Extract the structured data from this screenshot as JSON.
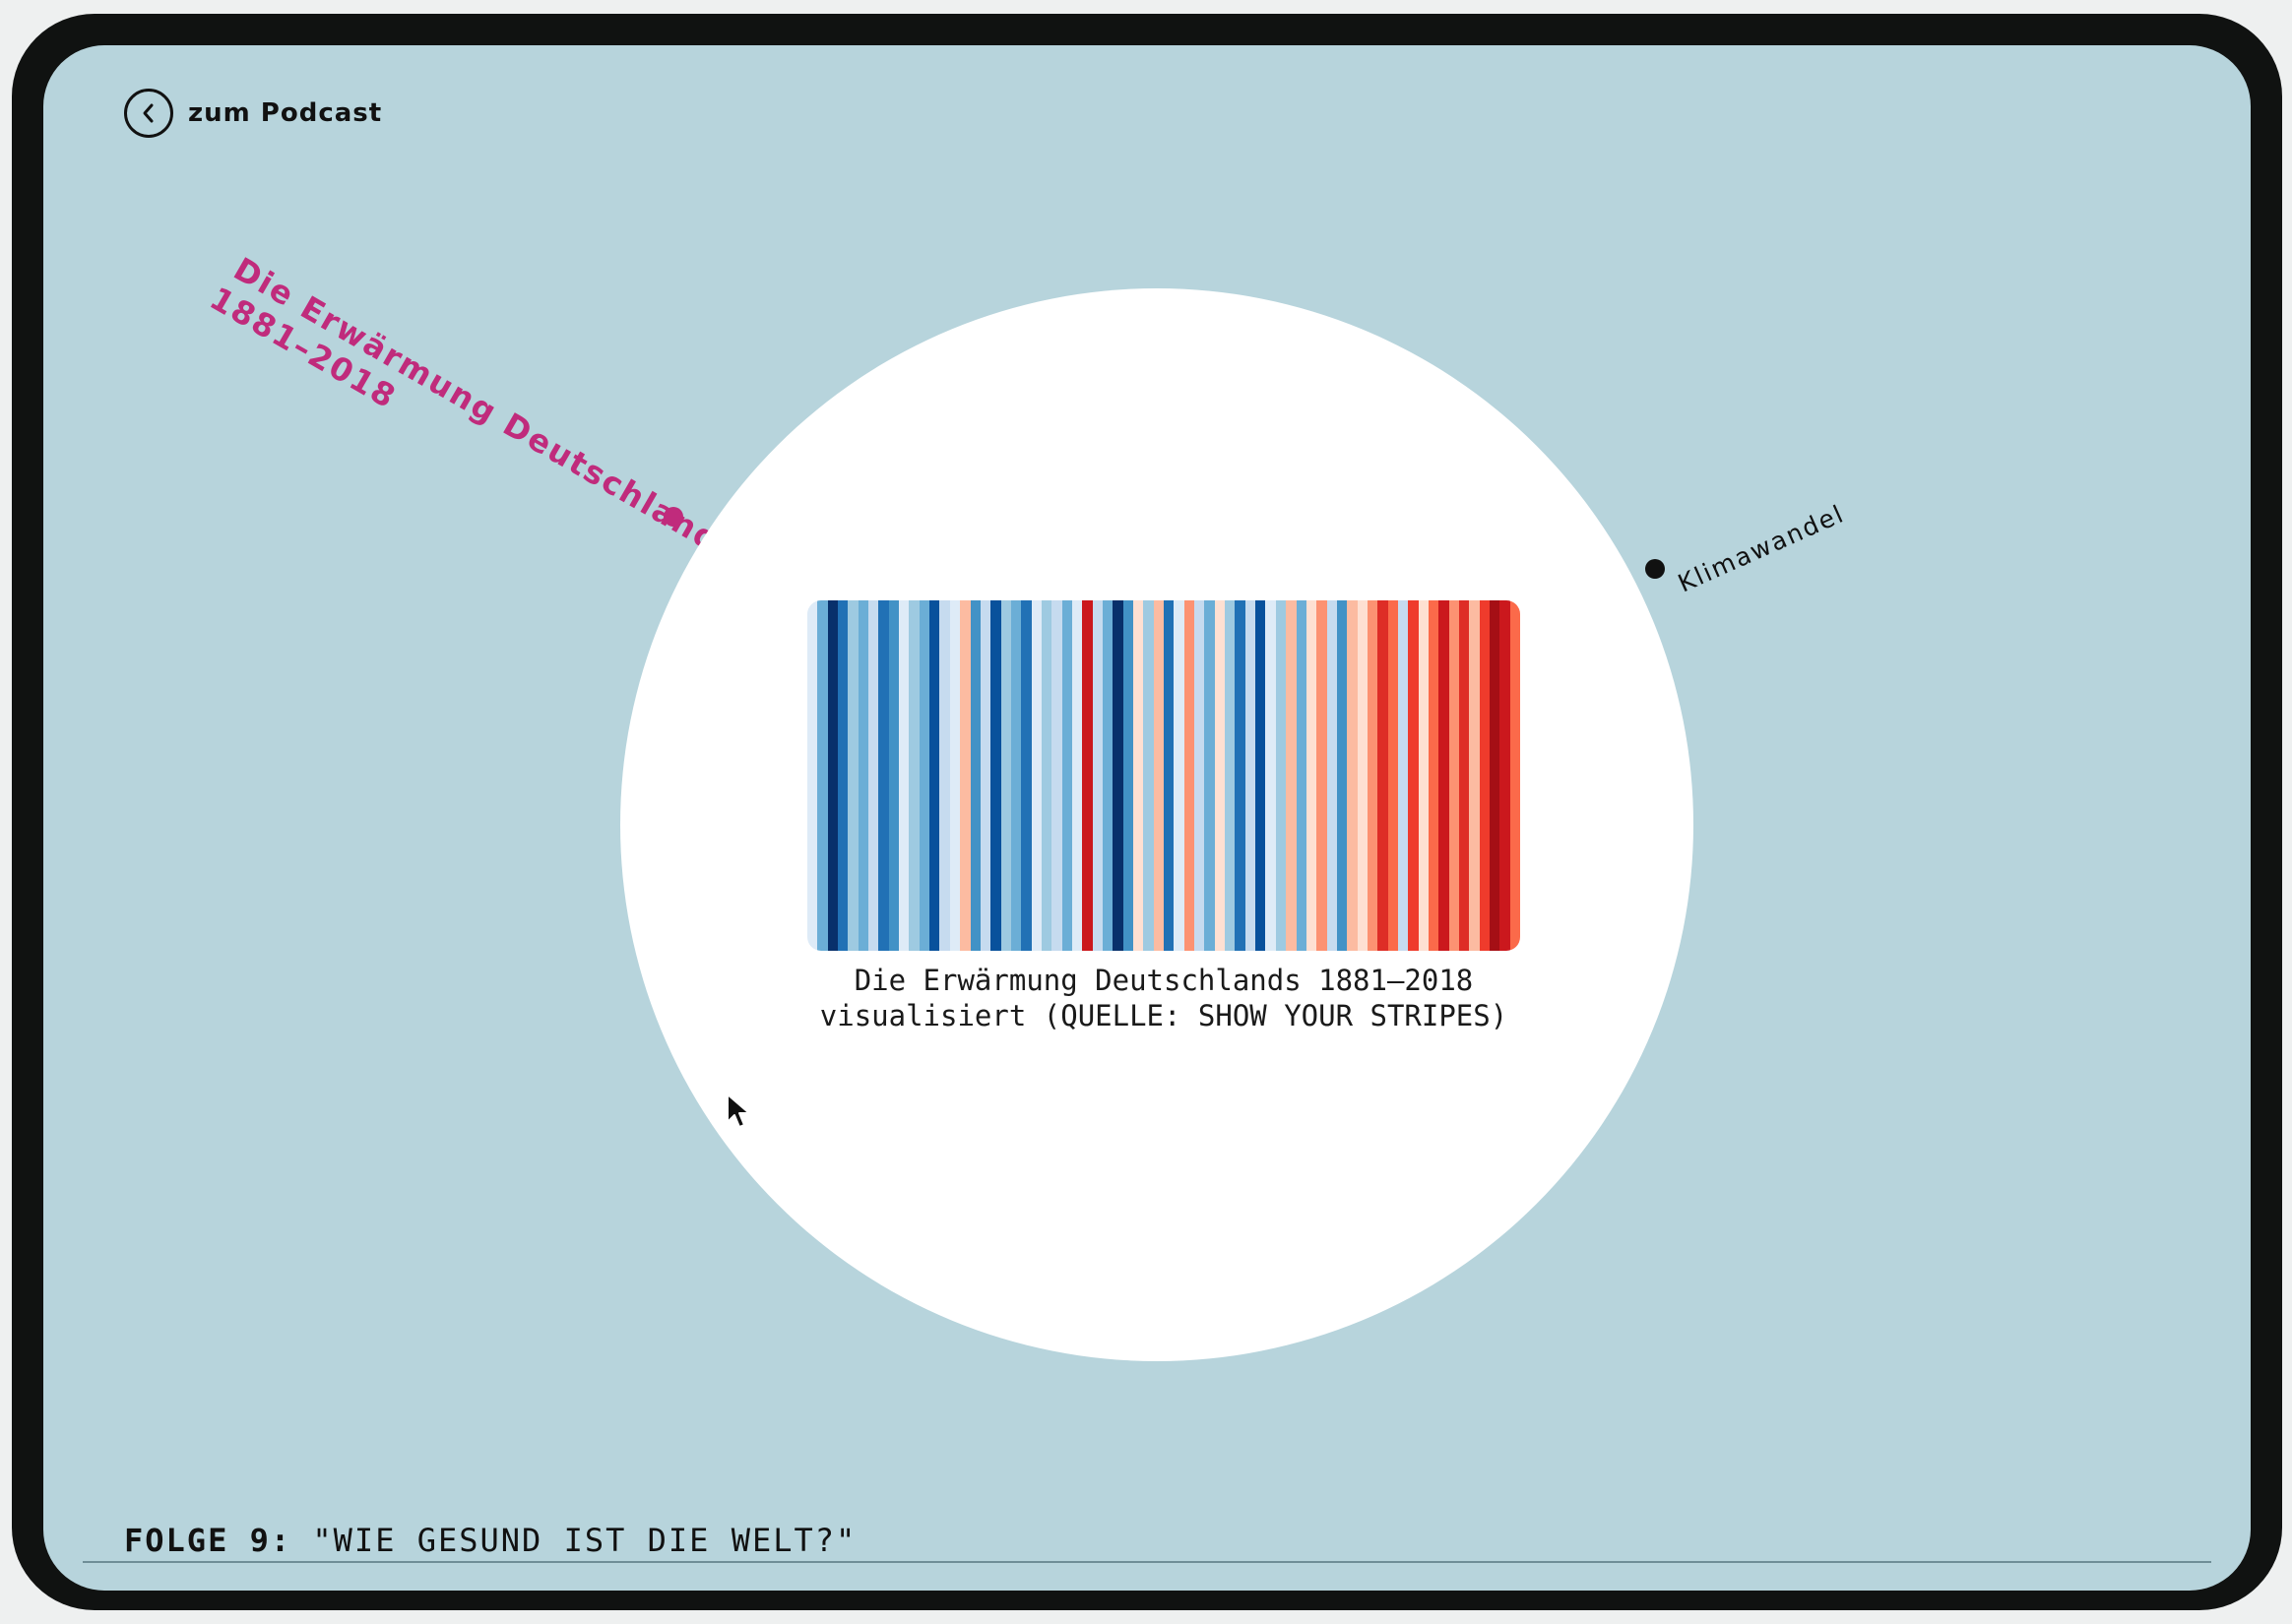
{
  "nav": {
    "back_label": "zum Podcast",
    "back_icon": "chevron-left-icon"
  },
  "main": {
    "tag_highlight_line1": "Die Erwärmung Deutschlands",
    "tag_highlight_line2": "1881–2018",
    "tag_topic": "Klimawandel",
    "caption_line1": "Die Erwärmung Deutschlands 1881–2018",
    "caption_line2": "visualisiert (QUELLE: SHOW YOUR STRIPES)"
  },
  "footer": {
    "episode_label": "FOLGE 9:",
    "episode_title": "\"WIE GESUND IST DIE WELT?\""
  },
  "colors": {
    "background": "#b7d4dc",
    "accent_pink": "#c02b7c",
    "circle": "#ffffff",
    "text": "#111111"
  },
  "stripes": {
    "start_year": 1881,
    "end_year": 2018,
    "colors": [
      "#deebf7",
      "#6baed6",
      "#08306b",
      "#2171b5",
      "#9ecae1",
      "#6baed6",
      "#c6dbef",
      "#2171b5",
      "#4292c6",
      "#deebf7",
      "#9ecae1",
      "#6baed6",
      "#08519c",
      "#c6dbef",
      "#deebf7",
      "#fcbba1",
      "#4292c6",
      "#c6dbef",
      "#08519c",
      "#9ecae1",
      "#6baed6",
      "#2171b5",
      "#deebf7",
      "#9ecae1",
      "#c6dbef",
      "#6baed6",
      "#deebf7",
      "#cb181d",
      "#c6dbef",
      "#6baed6",
      "#08306b",
      "#4292c6",
      "#fee0d2",
      "#9ecae1",
      "#fcbba1",
      "#2171b5",
      "#deebf7",
      "#fc9272",
      "#c6dbef",
      "#6baed6",
      "#fee0d2",
      "#9ecae1",
      "#2171b5",
      "#c6dbef",
      "#08519c",
      "#deebf7",
      "#9ecae1",
      "#fcbba1",
      "#6baed6",
      "#fee0d2",
      "#fc9272",
      "#c6dbef",
      "#4292c6",
      "#fcbba1",
      "#fee0d2",
      "#fc9272",
      "#de2d26",
      "#fb6a4a",
      "#c6dbef",
      "#ef3b2c",
      "#fee0d2",
      "#fb6a4a",
      "#cb181d",
      "#fc9272",
      "#de2d26",
      "#fcbba1",
      "#ef3b2c",
      "#a50f15",
      "#cb181d",
      "#fb6a4a"
    ]
  }
}
